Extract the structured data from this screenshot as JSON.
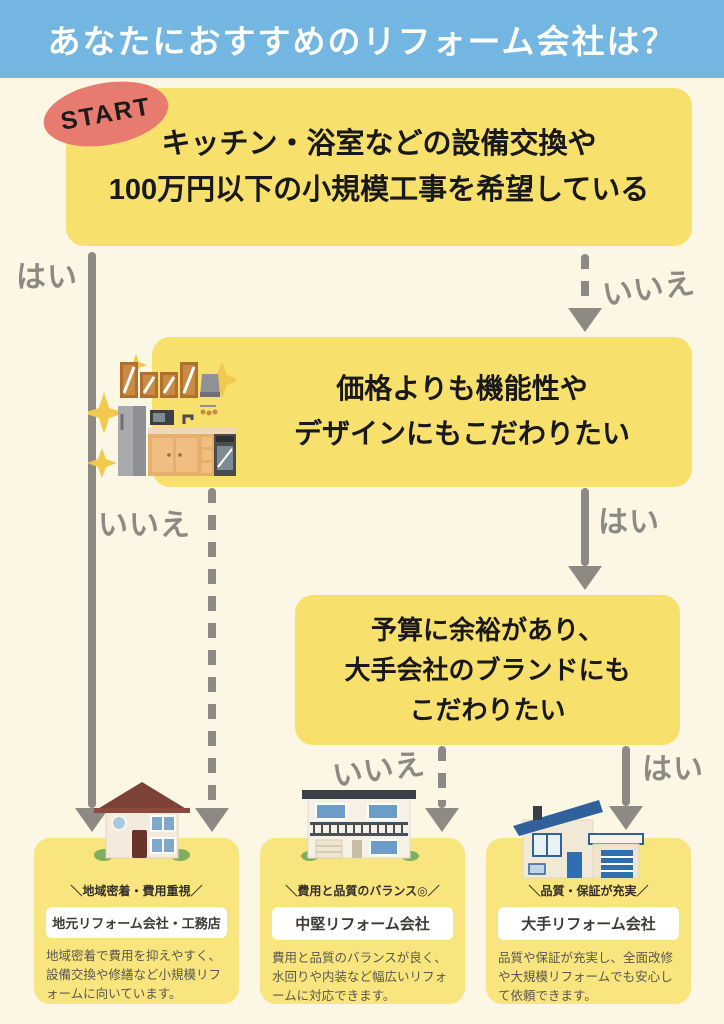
{
  "header": {
    "title": "あなたにおすすめのリフォーム会社は？"
  },
  "start_badge": {
    "label": "START"
  },
  "questions": [
    {
      "id": "q1",
      "lines": [
        "キッチン・浴室などの設備交換や",
        "100万円以下の小規模工事を希望している"
      ]
    },
    {
      "id": "q2",
      "lines": [
        "価格よりも機能性や",
        "デザインにもこだわりたい"
      ]
    },
    {
      "id": "q3",
      "lines": [
        "予算に余裕があり、",
        "大手会社のブランドにも",
        "こだわりたい"
      ]
    }
  ],
  "edges": {
    "q1_yes": "はい",
    "q1_no": "いいえ",
    "q2_no": "いいえ",
    "q2_yes": "はい",
    "q3_no": "いいえ",
    "q3_yes": "はい"
  },
  "results": [
    {
      "tag": "＼地域密着・費用重視／",
      "title": "地元リフォーム会社・工務店",
      "description": "地域密着で費用を抑えやすく、設備交換や修繕など小規模リフォームに向いています。"
    },
    {
      "tag": "＼費用と品質のバランス◎／",
      "title": "中堅リフォーム会社",
      "description": "費用と品質のバランスが良く、水回りや内装など幅広いリフォームに対応できます。"
    },
    {
      "tag": "＼品質・保証が充実／",
      "title": "大手リフォーム会社",
      "description": "品質や保証が充実し、全面改修や大規模リフォームでも安心して依頼できます。"
    }
  ],
  "illustrations": {
    "q2_image": "sparkling-kitchen",
    "result_images": [
      "classic-local-house",
      "modern-two-story-house",
      "large-modern-house"
    ]
  },
  "colors": {
    "header-bg": "#73B6E2",
    "bg": "#FBF7E4",
    "qbox-bg": "#F7E06C",
    "rbox-bg": "#F8E57D",
    "start-bg": "#E87B70",
    "arrow": "#8D8A83"
  }
}
